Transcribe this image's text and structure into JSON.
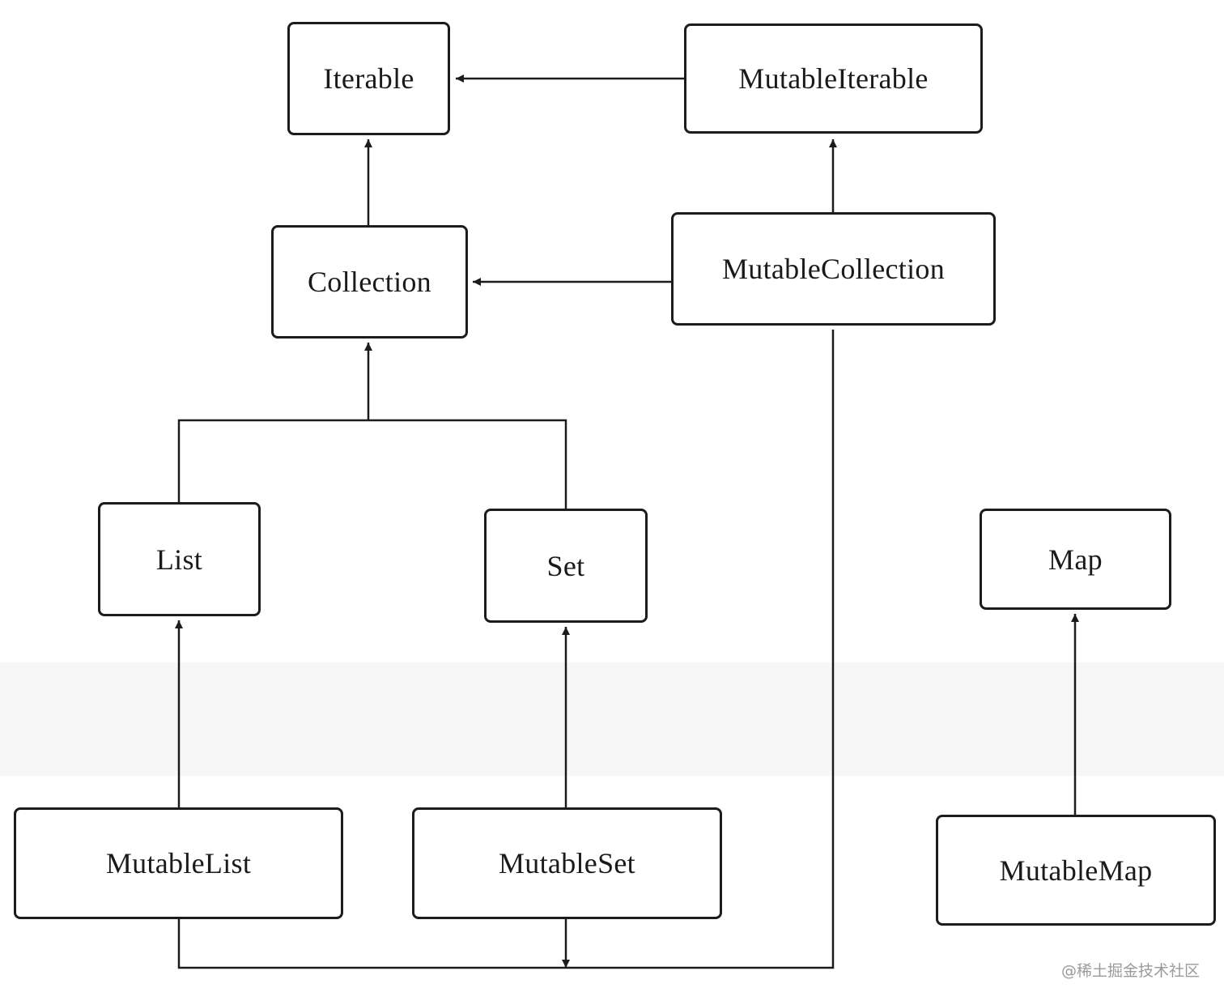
{
  "nodes": {
    "iterable": "Iterable",
    "mutable_iterable": "MutableIterable",
    "collection": "Collection",
    "mutable_collection": "MutableCollection",
    "list": "List",
    "set": "Set",
    "map": "Map",
    "mutable_list": "MutableList",
    "mutable_set": "MutableSet",
    "mutable_map": "MutableMap"
  },
  "edges": [
    {
      "from": "mutable_iterable",
      "to": "iterable"
    },
    {
      "from": "collection",
      "to": "iterable"
    },
    {
      "from": "mutable_collection",
      "to": "mutable_iterable"
    },
    {
      "from": "mutable_collection",
      "to": "collection"
    },
    {
      "from": "list",
      "to": "collection"
    },
    {
      "from": "set",
      "to": "collection"
    },
    {
      "from": "mutable_list",
      "to": "list"
    },
    {
      "from": "mutable_set",
      "to": "set"
    },
    {
      "from": "mutable_list",
      "to": "mutable_collection"
    },
    {
      "from": "mutable_set",
      "to": "mutable_collection"
    },
    {
      "from": "mutable_map",
      "to": "map"
    }
  ],
  "watermark": "@稀土掘金技术社区",
  "colors": {
    "line": "#1c1c1c",
    "background": "#ffffff",
    "watermark": "#9a9a9a"
  }
}
